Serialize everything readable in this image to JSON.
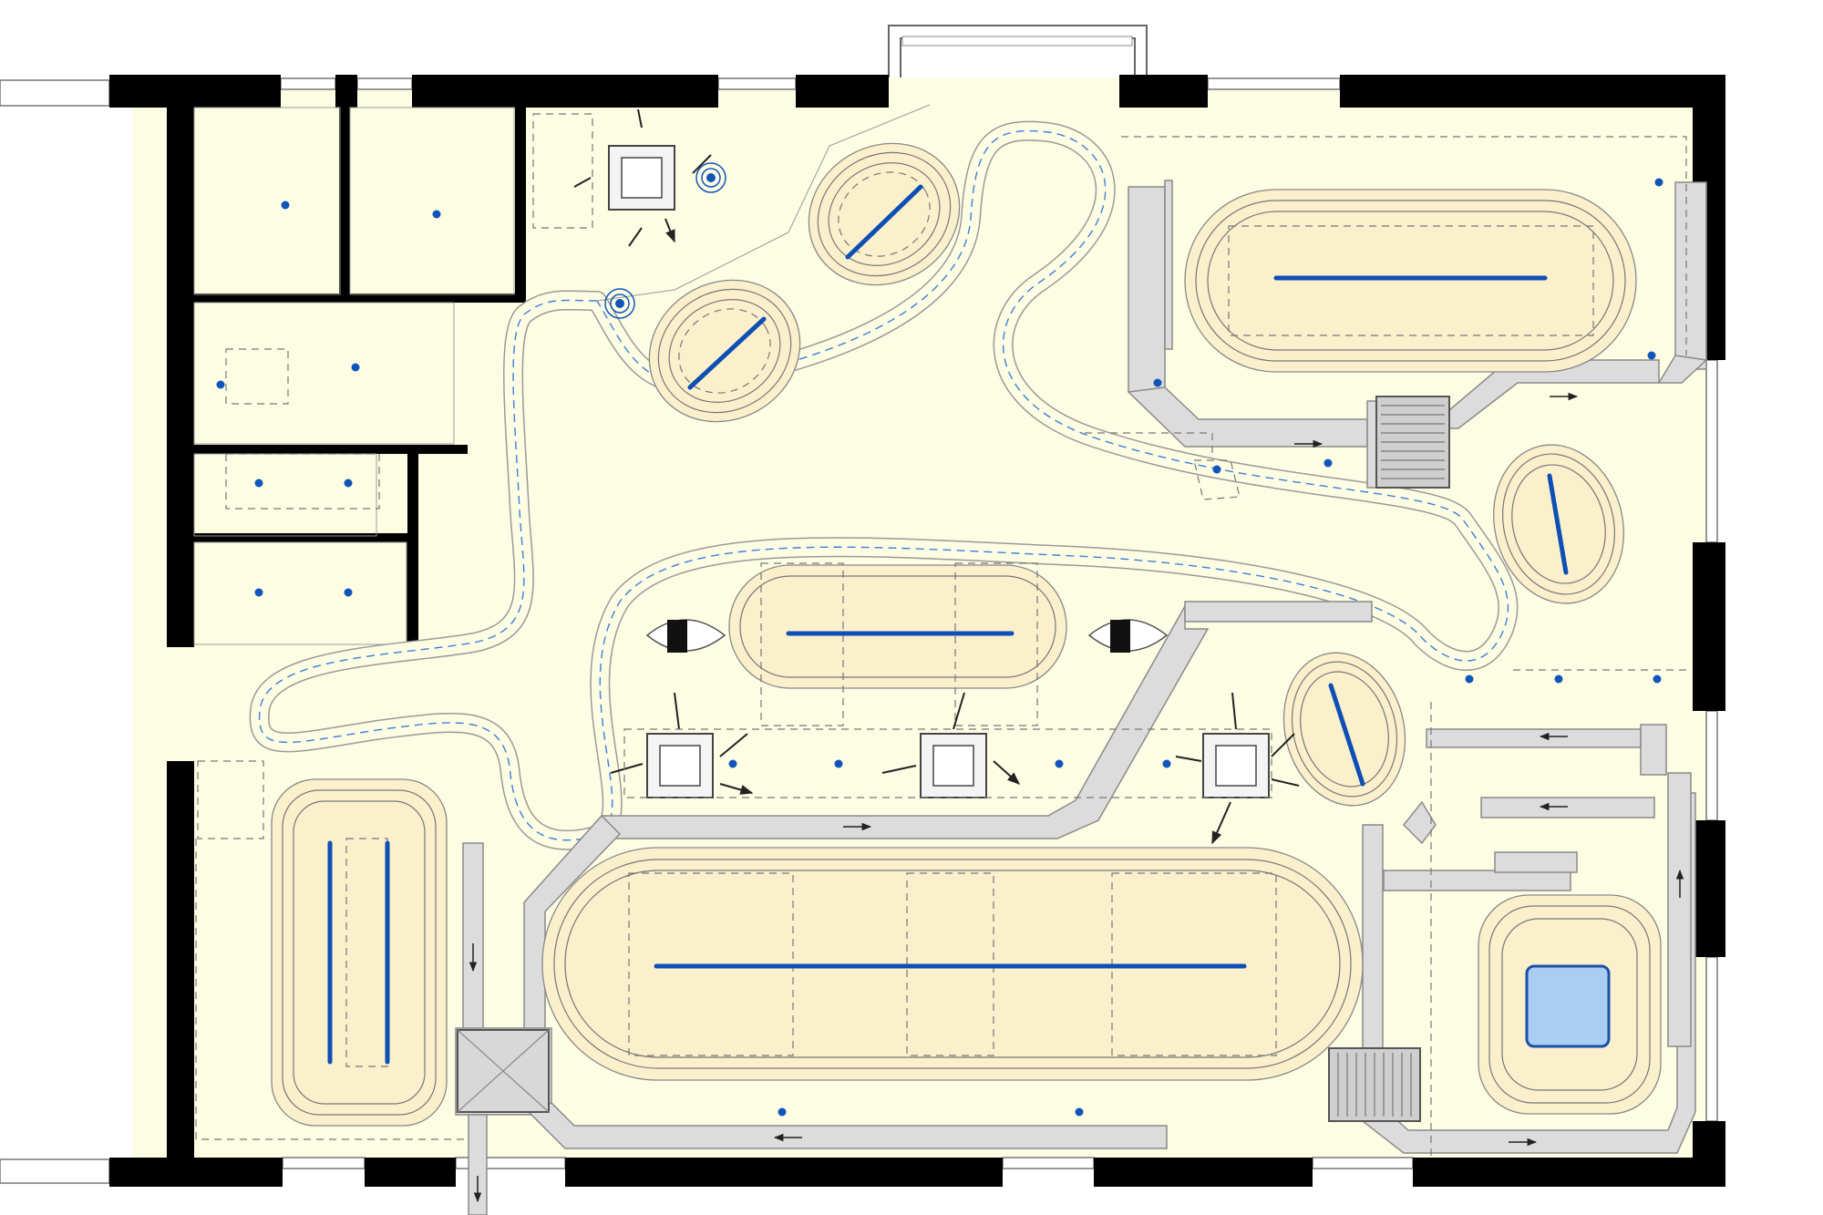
{
  "diagram": {
    "type": "architectural floor plan (reflected ceiling plan)",
    "colors": {
      "wall": "#000000",
      "floor": "#fdfde4",
      "ceiling_panel": "#fbf0cc",
      "duct": "#dcdcdc",
      "light_line": "#0d4fb5",
      "track_centerline": "#3d7ed8",
      "skylight": "#a9cdf3"
    },
    "icons": {
      "spot_light": "filled-dot",
      "recessed_speaker": "concentric-circle",
      "air_diffuser": "square-with-arrows",
      "flow_arrow": "arrow-glyph"
    },
    "counts": {
      "oval_panels": 5,
      "track_panels": 5,
      "air_diffusers": 4,
      "fan_units": 2
    }
  }
}
